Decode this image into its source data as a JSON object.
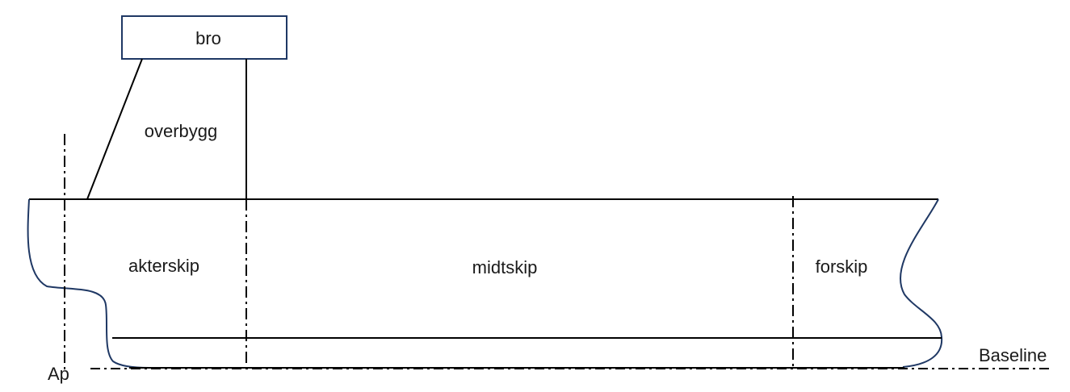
{
  "labels": {
    "bridge": "bro",
    "superstructure": "overbygg",
    "aft_ship": "akterskip",
    "midship": "midtskip",
    "fore_ship": "forskip",
    "aft_perpendicular": "Ap",
    "baseline": "Baseline"
  },
  "colors": {
    "hull_outline": "#1f3864",
    "line": "#000000",
    "text": "#1a1a1a"
  }
}
